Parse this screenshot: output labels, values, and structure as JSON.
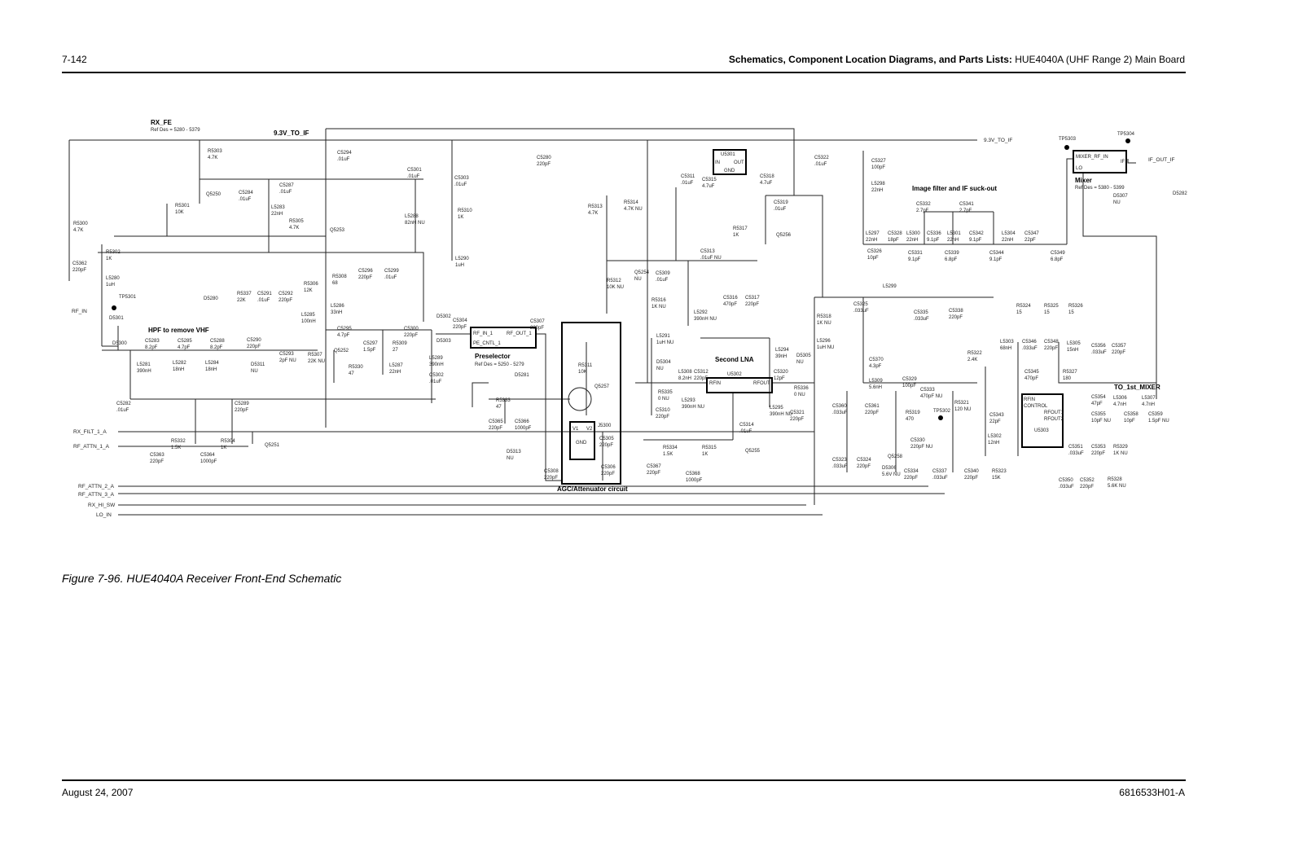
{
  "header": {
    "page_number": "7-142",
    "section_bold": "Schematics, Component Location Diagrams, and Parts Lists:",
    "section_rest": " HUE4040A (UHF Range 2) Main Board"
  },
  "caption": "Figure 7-96. HUE4040A Receiver Front-End Schematic",
  "footer": {
    "date": "August 24, 2007",
    "doc_number": "6816533H01-A"
  },
  "blocks": {
    "rx_fe": "RX_FE",
    "rx_fe_ref": "Ref Des = 5280 - 5379",
    "hpf": "HPF to remove VHF",
    "preselector": "Preselector",
    "preselector_ref": "Ref Des = 5250 - 5279",
    "agc": "AGC/Attenuator circuit",
    "second_lna": "Second LNA",
    "image_filter": "Image filter and IF suck-out",
    "mixer": "Mixer",
    "mixer_ref": "Ref Des = 5380 - 5399",
    "to_mixer": "TO_1st_MIXER",
    "rail": "9.3V_TO_IF"
  },
  "ports": {
    "rf_in": "RF_IN",
    "rx_filt_1": "RX_FILT_1_A",
    "rf_attn_1": "RF_ATTN_1_A",
    "rf_attn_2": "RF_ATTN_2_A",
    "rf_attn_3": "RF_ATTN_3_A",
    "rx_hi_sw": "RX_HI_SW",
    "lo_in": "LO_IN",
    "v93_out": "9.3V_TO_IF",
    "if_out": "IF_OUT_IF"
  },
  "ic_pins": {
    "preselector": [
      "RF_IN_1",
      "RF_OUT_1",
      "PE_CNTL_1"
    ],
    "u5301": [
      "U5301",
      "IN",
      "OUT",
      "GND"
    ],
    "u5302": [
      "U5302",
      "RFIN",
      "RFOUT"
    ],
    "mixer": [
      "MIXER_RF_IN",
      "LO",
      "IF"
    ],
    "u5303": [
      "U5303",
      "RFIN",
      "CONTROL",
      "RFOUT1",
      "RFOUT2"
    ],
    "j5300": [
      "J5300",
      "V1",
      "V2",
      "GND"
    ]
  },
  "components": [
    {
      "ref": "R5303",
      "value": "4.7K"
    },
    {
      "ref": "Q5250",
      "value": ""
    },
    {
      "ref": "R5301",
      "value": "10K"
    },
    {
      "ref": "C5284",
      "value": ".01uF"
    },
    {
      "ref": "C5287",
      "value": ".01uF"
    },
    {
      "ref": "L5283",
      "value": "22nH"
    },
    {
      "ref": "C5294",
      "value": ".01uF"
    },
    {
      "ref": "C5301",
      "value": ".01uF"
    },
    {
      "ref": "L5288",
      "value": "82nH NU"
    },
    {
      "ref": "R5300",
      "value": "4.7K"
    },
    {
      "ref": "R5305",
      "value": "4.7K"
    },
    {
      "ref": "Q5253",
      "value": ""
    },
    {
      "ref": "R5302",
      "value": "1K"
    },
    {
      "ref": "C5362",
      "value": "220pF"
    },
    {
      "ref": "L5280",
      "value": "1uH"
    },
    {
      "ref": "TP5301",
      "value": ""
    },
    {
      "ref": "D5301",
      "value": ""
    },
    {
      "ref": "R5308",
      "value": "68"
    },
    {
      "ref": "C5296",
      "value": "220pF"
    },
    {
      "ref": "C5299",
      "value": ".01uF"
    },
    {
      "ref": "R5306",
      "value": "12K"
    },
    {
      "ref": "R5337",
      "value": "22K"
    },
    {
      "ref": "C5291",
      "value": ".01uF"
    },
    {
      "ref": "C5292",
      "value": "220pF"
    },
    {
      "ref": "D5280",
      "value": ""
    },
    {
      "ref": "L5286",
      "value": "33nH"
    },
    {
      "ref": "L5285",
      "value": "100nH"
    },
    {
      "ref": "D5300",
      "value": ""
    },
    {
      "ref": "C5283",
      "value": "8.2pF"
    },
    {
      "ref": "C5285",
      "value": "4.7pF"
    },
    {
      "ref": "C5288",
      "value": "8.2pF"
    },
    {
      "ref": "C5290",
      "value": "220pF"
    },
    {
      "ref": "C5293",
      "value": "2pF NU"
    },
    {
      "ref": "R5307",
      "value": "22K NU"
    },
    {
      "ref": "Q5252",
      "value": ""
    },
    {
      "ref": "C5295",
      "value": "4.7pF"
    },
    {
      "ref": "C5297",
      "value": "1.5pF"
    },
    {
      "ref": "R5309",
      "value": "27"
    },
    {
      "ref": "C5300",
      "value": "220pF"
    },
    {
      "ref": "R5330",
      "value": "47"
    },
    {
      "ref": "L5287",
      "value": "22nH"
    },
    {
      "ref": "L5281",
      "value": "390nH"
    },
    {
      "ref": "L5282",
      "value": "18nH"
    },
    {
      "ref": "L5284",
      "value": "18nH"
    },
    {
      "ref": "D5311",
      "value": "NU"
    },
    {
      "ref": "D5302",
      "value": ""
    },
    {
      "ref": "D5303",
      "value": ""
    },
    {
      "ref": "L5289",
      "value": "390nH"
    },
    {
      "ref": "C5302",
      "value": ".01uF"
    },
    {
      "ref": "C5282",
      "value": ".01uF"
    },
    {
      "ref": "C5289",
      "value": "220pF"
    },
    {
      "ref": "R5332",
      "value": "1.5K"
    },
    {
      "ref": "R5304",
      "value": "1K"
    },
    {
      "ref": "Q5251",
      "value": ""
    },
    {
      "ref": "C5363",
      "value": "220pF"
    },
    {
      "ref": "C5364",
      "value": "1000pF"
    },
    {
      "ref": "C5303",
      "value": ".01uF"
    },
    {
      "ref": "R5310",
      "value": "1K"
    },
    {
      "ref": "L5290",
      "value": "1uH"
    },
    {
      "ref": "C5280",
      "value": "220pF"
    },
    {
      "ref": "C5304",
      "value": "220pF"
    },
    {
      "ref": "C5307",
      "value": "220pF"
    },
    {
      "ref": "D5281",
      "value": ""
    },
    {
      "ref": "R5333",
      "value": "47"
    },
    {
      "ref": "C5365",
      "value": "220pF"
    },
    {
      "ref": "C5366",
      "value": "1000pF"
    },
    {
      "ref": "D5313",
      "value": "NU"
    },
    {
      "ref": "C5308",
      "value": "220pF"
    },
    {
      "ref": "R5311",
      "value": "10K"
    },
    {
      "ref": "Q5257",
      "value": ""
    },
    {
      "ref": "C5305",
      "value": "220pF"
    },
    {
      "ref": "C5306",
      "value": "220pF"
    },
    {
      "ref": "R5313",
      "value": "4.7K"
    },
    {
      "ref": "R5314",
      "value": "4.7K NU"
    },
    {
      "ref": "R5312",
      "value": "10K NU"
    },
    {
      "ref": "Q5254",
      "value": "NU"
    },
    {
      "ref": "C5309",
      "value": ".01uF"
    },
    {
      "ref": "R5316",
      "value": "1K NU"
    },
    {
      "ref": "C5311",
      "value": ".01uF"
    },
    {
      "ref": "C5315",
      "value": "4.7uF"
    },
    {
      "ref": "C5318",
      "value": "4.7uF"
    },
    {
      "ref": "C5319",
      "value": ".01uF"
    },
    {
      "ref": "R5317",
      "value": "1K"
    },
    {
      "ref": "Q5256",
      "value": ""
    },
    {
      "ref": "C5313",
      "value": ".01uF NU"
    },
    {
      "ref": "C5316",
      "value": "470pF"
    },
    {
      "ref": "C5317",
      "value": "220pF"
    },
    {
      "ref": "L5292",
      "value": "390nH NU"
    },
    {
      "ref": "L5291",
      "value": "1uH NU"
    },
    {
      "ref": "D5304",
      "value": "NU"
    },
    {
      "ref": "L5308",
      "value": "8.2nH"
    },
    {
      "ref": "C5312",
      "value": "220pF"
    },
    {
      "ref": "R5335",
      "value": "0 NU"
    },
    {
      "ref": "L5293",
      "value": "390nH NU"
    },
    {
      "ref": "C5310",
      "value": "220pF"
    },
    {
      "ref": "L5294",
      "value": "39nH"
    },
    {
      "ref": "C5320",
      "value": "12pF"
    },
    {
      "ref": "D5305",
      "value": "NU"
    },
    {
      "ref": "R5336",
      "value": "0 NU"
    },
    {
      "ref": "L5295",
      "value": "390nH NU"
    },
    {
      "ref": "C5321",
      "value": "220pF"
    },
    {
      "ref": "C5314",
      "value": ".01uF"
    },
    {
      "ref": "R5334",
      "value": "1.5K"
    },
    {
      "ref": "R5315",
      "value": "1K"
    },
    {
      "ref": "Q5255",
      "value": ""
    },
    {
      "ref": "C5367",
      "value": "220pF"
    },
    {
      "ref": "C5368",
      "value": "1000pF"
    },
    {
      "ref": "R5318",
      "value": "1K NU"
    },
    {
      "ref": "L5296",
      "value": "1uH NU"
    },
    {
      "ref": "C5322",
      "value": ".01uF"
    },
    {
      "ref": "C5327",
      "value": "100pF"
    },
    {
      "ref": "L5298",
      "value": "22nH"
    },
    {
      "ref": "C5332",
      "value": "2.7pF"
    },
    {
      "ref": "C5341",
      "value": "2.7pF"
    },
    {
      "ref": "L5297",
      "value": "22nH"
    },
    {
      "ref": "C5328",
      "value": "18pF"
    },
    {
      "ref": "L5300",
      "value": "22nH"
    },
    {
      "ref": "C5336",
      "value": "9.1pF"
    },
    {
      "ref": "L5301",
      "value": "22nH"
    },
    {
      "ref": "C5342",
      "value": "9.1pF"
    },
    {
      "ref": "L5304",
      "value": "22nH"
    },
    {
      "ref": "C5347",
      "value": "22pF"
    },
    {
      "ref": "C5326",
      "value": "10pF"
    },
    {
      "ref": "C5331",
      "value": "9.1pF"
    },
    {
      "ref": "C5339",
      "value": "6.8pF"
    },
    {
      "ref": "C5344",
      "value": "9.1pF"
    },
    {
      "ref": "C5349",
      "value": "6.8pF"
    },
    {
      "ref": "TP5303",
      "value": ""
    },
    {
      "ref": "TP5304",
      "value": ""
    },
    {
      "ref": "D5307",
      "value": "NU"
    },
    {
      "ref": "D5282",
      "value": ""
    },
    {
      "ref": "L5299",
      "value": ""
    },
    {
      "ref": "C5325",
      "value": ".033uF"
    },
    {
      "ref": "C5335",
      "value": ".033uF"
    },
    {
      "ref": "C5338",
      "value": "220pF"
    },
    {
      "ref": "R5324",
      "value": "15"
    },
    {
      "ref": "R5325",
      "value": "15"
    },
    {
      "ref": "R5326",
      "value": "15"
    },
    {
      "ref": "C5370",
      "value": "4.3pF"
    },
    {
      "ref": "L5309",
      "value": "5.6nH"
    },
    {
      "ref": "C5329",
      "value": "100pF"
    },
    {
      "ref": "C5333",
      "value": "470pF NU"
    },
    {
      "ref": "R5321",
      "value": "120 NU"
    },
    {
      "ref": "TP5302",
      "value": ""
    },
    {
      "ref": "R5319",
      "value": "470"
    },
    {
      "ref": "C5360",
      "value": ".033uF"
    },
    {
      "ref": "C5361",
      "value": "220pF"
    },
    {
      "ref": "C5330",
      "value": "220pF NU"
    },
    {
      "ref": "Q5258",
      "value": ""
    },
    {
      "ref": "C5334",
      "value": "220pF"
    },
    {
      "ref": "D5306",
      "value": "5.6V NU"
    },
    {
      "ref": "C5323",
      "value": ".033uF"
    },
    {
      "ref": "C5324",
      "value": "220pF"
    },
    {
      "ref": "C5337",
      "value": ".033uF"
    },
    {
      "ref": "C5340",
      "value": "220pF"
    },
    {
      "ref": "R5322",
      "value": "2.4K"
    },
    {
      "ref": "R5323",
      "value": "15K"
    },
    {
      "ref": "L5303",
      "value": "68nH"
    },
    {
      "ref": "C5346",
      "value": ".033uF"
    },
    {
      "ref": "C5348",
      "value": "220pF"
    },
    {
      "ref": "L5305",
      "value": "15nH"
    },
    {
      "ref": "C5356",
      "value": ".033uF"
    },
    {
      "ref": "C5357",
      "value": "220pF"
    },
    {
      "ref": "C5345",
      "value": "470pF"
    },
    {
      "ref": "R5327",
      "value": "180"
    },
    {
      "ref": "C5343",
      "value": "22pF"
    },
    {
      "ref": "L5302",
      "value": "12nH"
    },
    {
      "ref": "C5354",
      "value": "47pF"
    },
    {
      "ref": "L5306",
      "value": "4.7nH"
    },
    {
      "ref": "L5307",
      "value": "4.7nH"
    },
    {
      "ref": "C5355",
      "value": "10pF NU"
    },
    {
      "ref": "C5358",
      "value": "10pF"
    },
    {
      "ref": "C5359",
      "value": "1.5pF NU"
    },
    {
      "ref": "C5351",
      "value": ".033uF"
    },
    {
      "ref": "C5353",
      "value": "220pF"
    },
    {
      "ref": "R5329",
      "value": "1K NU"
    },
    {
      "ref": "C5350",
      "value": ".033uF"
    },
    {
      "ref": "C5352",
      "value": "220pF"
    },
    {
      "ref": "R5328",
      "value": "5.6K NU"
    }
  ]
}
